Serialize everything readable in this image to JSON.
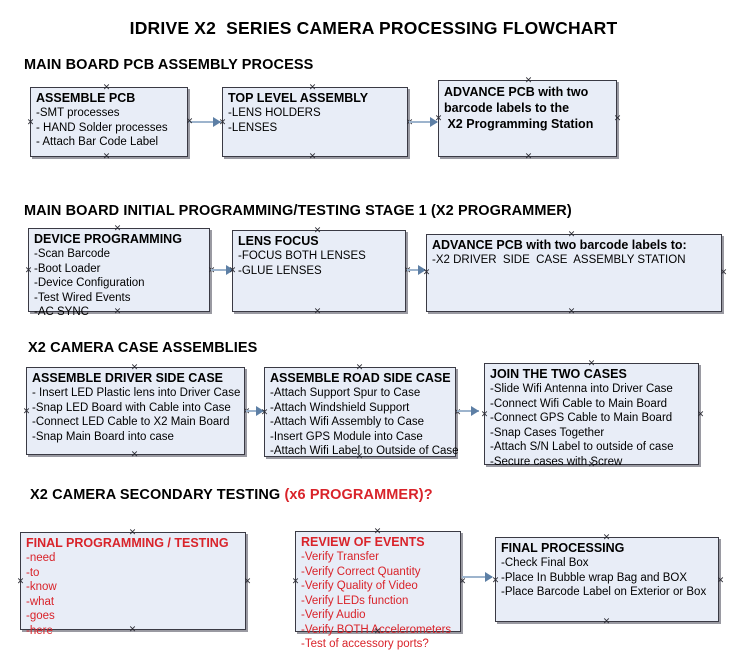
{
  "page": {
    "title": "IDRIVE X2  SERIES CAMERA PROCESSING FLOWCHART",
    "accent_color": "#d9232a",
    "box_fill": "#e8edf7",
    "connector_color": "#9db4cd"
  },
  "sections": [
    {
      "heading": "MAIN BOARD PCB ASSEMBLY PROCESS",
      "heading_accent": ""
    },
    {
      "heading": "MAIN BOARD INITIAL PROGRAMMING/TESTING STAGE 1 (X2 PROGRAMMER)",
      "heading_accent": ""
    },
    {
      "heading": "X2 CAMERA CASE ASSEMBLIES",
      "heading_accent": ""
    },
    {
      "heading": "X2 CAMERA SECONDARY TESTING ",
      "heading_accent": "(x6 PROGRAMMER)?"
    }
  ],
  "nodes": {
    "assemble_pcb": {
      "title": "ASSEMBLE PCB",
      "lines": [
        "-SMT processes",
        "- HAND Solder processes",
        "- Attach Bar Code Label"
      ]
    },
    "top_level_assembly": {
      "title": "TOP LEVEL ASSEMBLY",
      "lines": [
        "-LENS HOLDERS",
        "-LENSES"
      ]
    },
    "advance_pcb_station": {
      "lines": [
        "ADVANCE PCB with two",
        "barcode labels to the",
        " X2 Programming Station"
      ]
    },
    "device_programming": {
      "title": "DEVICE PROGRAMMING",
      "lines": [
        "-Scan Barcode",
        "-Boot Loader",
        "-Device Configuration",
        "-Test Wired Events",
        "-AC SYNC"
      ]
    },
    "lens_focus": {
      "title": "LENS FOCUS",
      "lines": [
        "-FOCUS BOTH LENSES",
        "-GLUE LENSES"
      ]
    },
    "advance_pcb_driver": {
      "title": "ADVANCE PCB with two barcode labels to:",
      "lines": [
        "-X2 DRIVER  SIDE  CASE  ASSEMBLY STATION"
      ]
    },
    "assemble_driver_side": {
      "title": "ASSEMBLE DRIVER SIDE CASE",
      "lines": [
        "- Insert LED Plastic lens into Driver Case",
        "-Snap LED Board with Cable into Case",
        "-Connect LED Cable to X2 Main Board",
        "-Snap Main Board into case"
      ]
    },
    "assemble_road_side": {
      "title": "ASSEMBLE ROAD SIDE CASE",
      "lines": [
        "-Attach Support Spur to Case",
        "-Attach Windshield Support",
        "-Attach Wifi Assembly to Case",
        "-Insert GPS Module into Case",
        "-Attach Wifi Label to Outside of Case"
      ]
    },
    "join_two_cases": {
      "title": "JOIN THE TWO CASES",
      "lines": [
        "-Slide Wifi Antenna into Driver Case",
        "-Connect Wifi Cable to Main Board",
        "-Connect GPS Cable to Main Board",
        "-Snap Cases Together",
        "-Attach S/N Label to outside of case",
        "-Secure cases with Screw"
      ]
    },
    "final_programming": {
      "title": "FINAL PROGRAMMING / TESTING",
      "lines": [
        "-need",
        "-to",
        "-know",
        "-what",
        "-goes",
        "-here"
      ]
    },
    "review_of_events": {
      "title": "REVIEW OF EVENTS",
      "lines": [
        "-Verify Transfer",
        "-Verify Correct Quantity",
        "-Verify Quality of Video",
        "-Verify LEDs function",
        "-Verify Audio",
        "-Verify BOTH Accelerometers",
        "-Test of accessory ports?"
      ]
    },
    "final_processing": {
      "title": "FINAL PROCESSING",
      "lines": [
        "-Check Final Box",
        "-Place In Bubble wrap Bag and BOX",
        "-Place Barcode Label on Exterior or Box"
      ]
    }
  }
}
